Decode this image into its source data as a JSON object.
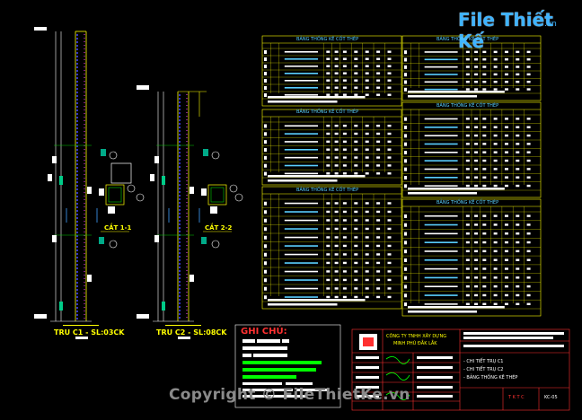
{
  "logo": {
    "text": "File Thiết Kế",
    "suffix": ".vn"
  },
  "watermark": "Copyright © FileThietKe.vn",
  "columns": [
    {
      "label": "TRU C1 - SL:03CK"
    },
    {
      "label": "TRU C2 - SL:08CK"
    }
  ],
  "sections": [
    {
      "label": "CẮT 1-1"
    },
    {
      "label": "CẮT 2-2"
    }
  ],
  "tables": {
    "t1": "BẢNG THỐNG KÊ CỐT THÉP",
    "t2": "BẢNG THỐNG KÊ CỐT THÉP",
    "t3": "BẢNG THỐNG KÊ CỐT THÉP",
    "t4": "BẢNG THỐNG KÊ CỐT THÉP",
    "t5": "BẢNG THỐNG KÊ CỐT THÉP",
    "t6": "BẢNG THỐNG KÊ CỐT THÉP"
  },
  "notes": {
    "title": "GHI CHÚ:"
  },
  "title_block": {
    "company": "CÔNG TY TNHH XÂY DỰNG",
    "company2": "MINH PHÚ ĐẮK LẮK",
    "item1": "- CHI TIẾT TRỤ C1",
    "item2": "- CHI TIẾT TRỤ C2",
    "item3": "- BẢNG THỐNG KÊ THÉP",
    "phase": "T K T C",
    "sheet": "KC-05"
  },
  "colors": {
    "background": "#000000",
    "accent_yellow": "#ffff00",
    "accent_green": "#00ff00",
    "accent_red": "#ff3030",
    "cyan": "#5ad0ff"
  }
}
